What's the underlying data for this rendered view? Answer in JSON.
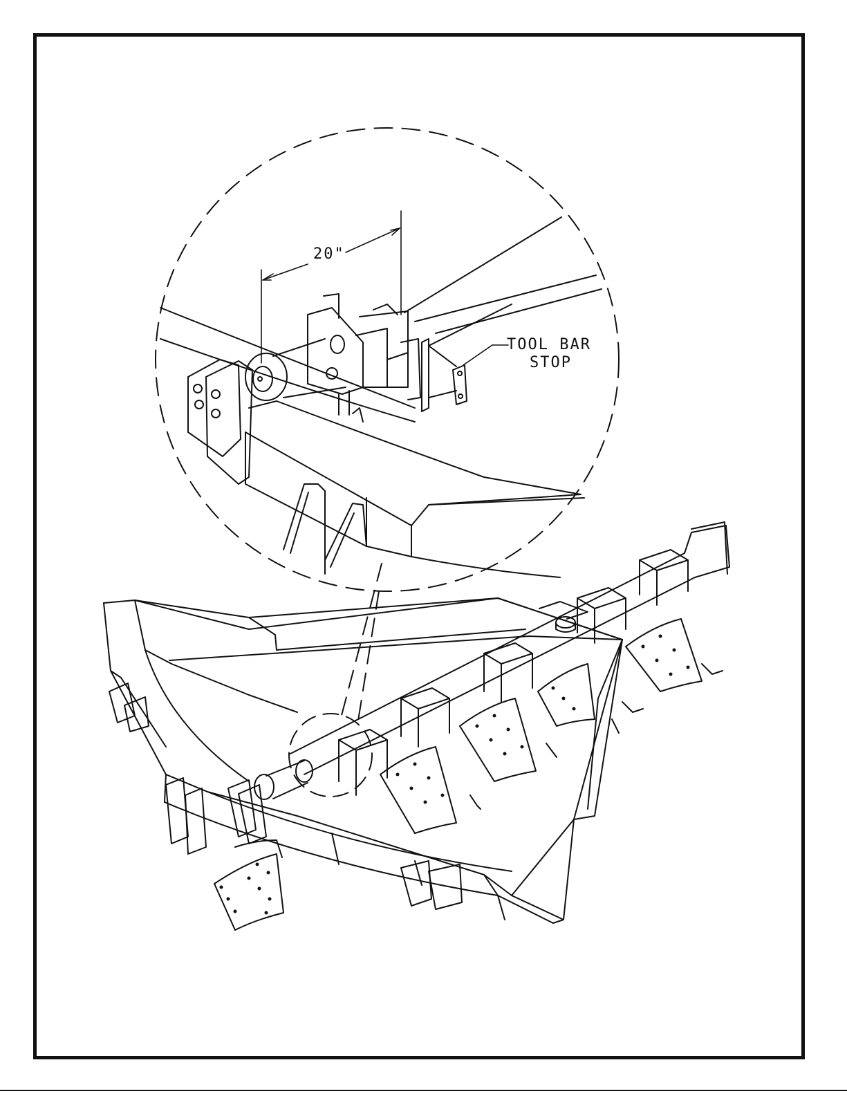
{
  "labels": {
    "dimension": "20\"",
    "callout_line1": "TOOL BAR",
    "callout_line2": "STOP"
  },
  "colors": {
    "ink": "#111111",
    "paper": "#ffffff"
  }
}
